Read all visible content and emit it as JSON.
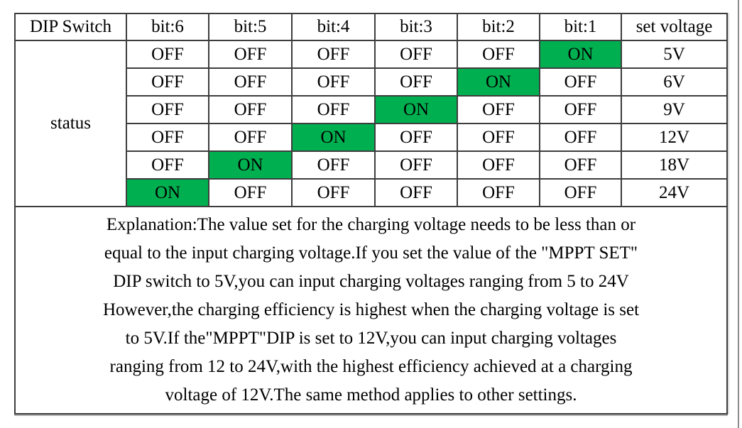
{
  "table": {
    "corner_label": "DIP Switch",
    "bit_headers": [
      "bit:6",
      "bit:5",
      "bit:4",
      "bit:3",
      "bit:2",
      "bit:1"
    ],
    "voltage_header": "set voltage",
    "status_label": "status",
    "rows": [
      {
        "bits": [
          "OFF",
          "OFF",
          "OFF",
          "OFF",
          "OFF",
          "ON"
        ],
        "voltage": "5V"
      },
      {
        "bits": [
          "OFF",
          "OFF",
          "OFF",
          "OFF",
          "ON",
          "OFF"
        ],
        "voltage": "6V"
      },
      {
        "bits": [
          "OFF",
          "OFF",
          "OFF",
          "ON",
          "OFF",
          "OFF"
        ],
        "voltage": "9V"
      },
      {
        "bits": [
          "OFF",
          "OFF",
          "ON",
          "OFF",
          "OFF",
          "OFF"
        ],
        "voltage": "12V"
      },
      {
        "bits": [
          "OFF",
          "ON",
          "OFF",
          "OFF",
          "OFF",
          "OFF"
        ],
        "voltage": "18V"
      },
      {
        "bits": [
          "ON",
          "OFF",
          "OFF",
          "OFF",
          "OFF",
          "OFF"
        ],
        "voltage": "24V"
      }
    ]
  },
  "explanation": {
    "lines": [
      "Explanation:The value set for the charging voltage needs to be less than or",
      "equal to the input charging voltage.If you set the value of the \"MPPT SET\"",
      "DIP switch to 5V,you can input charging voltages ranging from 5 to 24V",
      "However,the charging efficiency is highest when the charging voltage is set",
      "to 5V.If the\"MPPT\"DIP is set to 12V,you can input charging voltages",
      "ranging from 12 to 24V,with the highest efficiency achieved at a charging",
      "voltage of 12V.The same method applies to other settings."
    ]
  },
  "colors": {
    "on_highlight": "#00b050"
  }
}
